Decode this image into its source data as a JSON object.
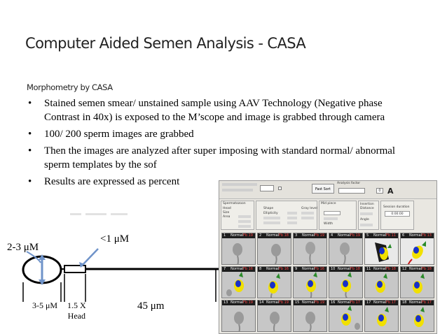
{
  "slide": {
    "title": "Computer Aided Semen Analysis - CASA",
    "subtitle": "Morphometry by CASA",
    "bullet_symbol": "•",
    "bullets": [
      "Stained semen smear/ unstained sample using AAV Technology (Negative phase Contrast in 40x) is exposed to the M’scope and image is grabbed through camera",
      "100/ 200 sperm images are grabbed",
      "Then the images are analyzed after super imposing with standard normal/ abnormal sperm templates by the sof",
      "Results are expressed as percent"
    ]
  },
  "diagram": {
    "head_width_label": "2-3 μM",
    "neck_width_label": "<1 μM",
    "head_length_label": "3-5 μM",
    "midpiece_label_line1": "1.5 X",
    "midpiece_label_line2": "Head",
    "tail_label": "45 μm"
  },
  "software": {
    "fast_sort_label": "Fast Sort",
    "analysis_factor_label": "Analysis factor",
    "factor_value": "0",
    "spermatozoon_label": "Spermatozoon",
    "head_label": "Head",
    "size_label": "Size",
    "area_label": "Area",
    "shape_label": "Shape",
    "ellipticity_label": "Ellipticity",
    "gray_level_label": "Gray level",
    "midpiece_label": "Mid piece",
    "insertion_label": "Insertion",
    "distance_label": "Distance",
    "angle_label": "Angle",
    "session_duration_label": "Session duration",
    "session_duration_value": "0:00:00",
    "width_label": "Width",
    "cells": [
      {
        "num": "1",
        "status": "Normal",
        "code": "Fb 19"
      },
      {
        "num": "2",
        "status": "Normal",
        "code": "Fb 18"
      },
      {
        "num": "3",
        "status": "Normal",
        "code": "Fb 19"
      },
      {
        "num": "4",
        "status": "Normal",
        "code": "Fb 19"
      },
      {
        "num": "5",
        "status": "Normal",
        "code": "Fb 11"
      },
      {
        "num": "6",
        "status": "Normal",
        "code": "Fb 13"
      },
      {
        "num": "7",
        "status": "Normal",
        "code": "Fb 16"
      },
      {
        "num": "8",
        "status": "Normal",
        "code": "Fb 16"
      },
      {
        "num": "9",
        "status": "Normal",
        "code": "Fb 16"
      },
      {
        "num": "10",
        "status": "Normal",
        "code": "Fb 18"
      },
      {
        "num": "11",
        "status": "Normal",
        "code": "Fb 18"
      },
      {
        "num": "12",
        "status": "Normal",
        "code": "Fb 18"
      },
      {
        "num": "13",
        "status": "Normal",
        "code": "Fb 19"
      },
      {
        "num": "14",
        "status": "Normal",
        "code": "Fb 19"
      },
      {
        "num": "15",
        "status": "Normal",
        "code": "Fb 19"
      },
      {
        "num": "16",
        "status": "Normal",
        "code": "Fb 17"
      },
      {
        "num": "17",
        "status": "Normal",
        "code": "Fb 17"
      },
      {
        "num": "18",
        "status": "Normal",
        "code": "Fb 17"
      }
    ]
  }
}
